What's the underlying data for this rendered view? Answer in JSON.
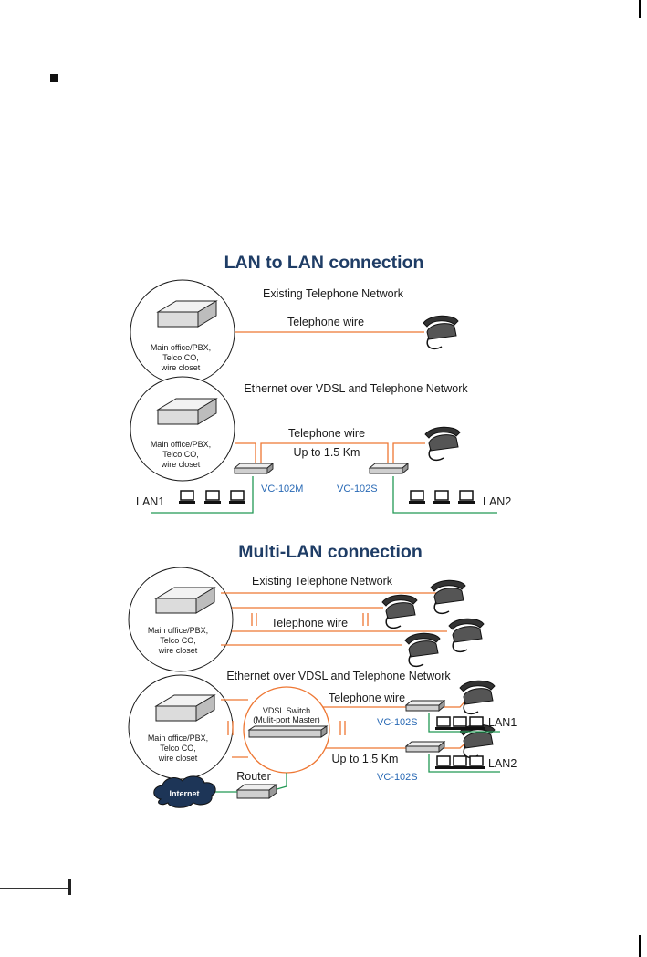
{
  "sections": [
    {
      "title": "LAN to LAN connection",
      "existing_label": "Existing Telephone Network",
      "ethernet_label": "Ethernet over VDSL and Telephone Network",
      "office_label": [
        "Main office/PBX,",
        "Telco CO,",
        "wire closet"
      ],
      "telephone_wire": "Telephone wire",
      "distance": "Up to 1.5 Km",
      "master_device": "VC-102M",
      "slave_device": "VC-102S",
      "lan_left": "LAN1",
      "lan_right": "LAN2"
    },
    {
      "title": "Multi-LAN connection",
      "existing_label": "Existing Telephone Network",
      "ethernet_label": "Ethernet over VDSL and Telephone Network",
      "office_label": [
        "Main office/PBX,",
        "Telco CO,",
        "wire closet"
      ],
      "telephone_wire": "Telephone wire",
      "switch_label": [
        "VDSL Switch",
        "(Mulit-port Master)"
      ],
      "distance": "Up to 1.5 Km",
      "device": "VC-102S",
      "lan1": "LAN1",
      "lan2": "LAN2",
      "router": "Router",
      "internet": "Internet"
    }
  ],
  "colors": {
    "wire": "#ee7733",
    "lan": "#229955",
    "title": "#1f3d66",
    "device_label": "#2a6ab5"
  }
}
